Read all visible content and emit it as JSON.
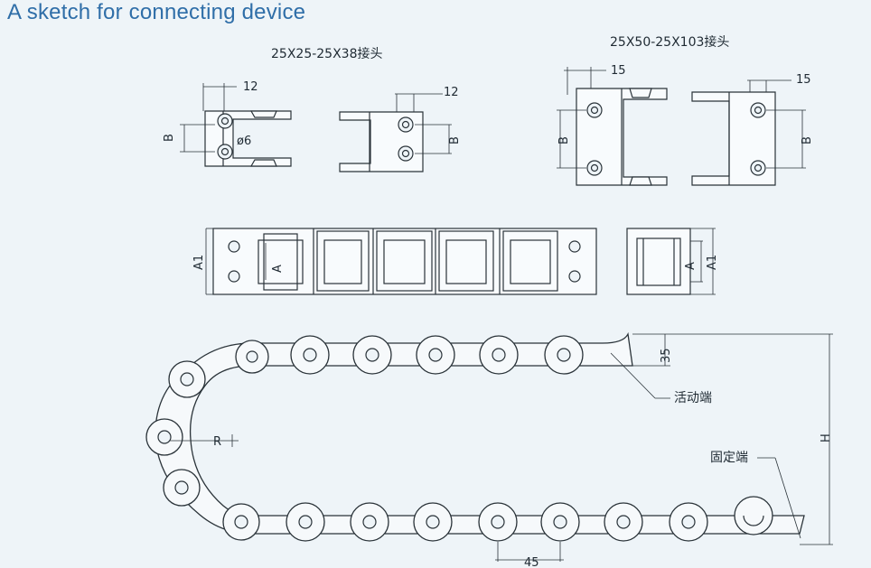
{
  "title": "A sketch for connecting device",
  "headings": {
    "left_connector": "25X25-25X38接头",
    "right_connector": "25X50-25X103接头"
  },
  "dimensions": {
    "d12_a": "12",
    "d12_b": "12",
    "d6": "ø6",
    "b1": "B",
    "b2": "B",
    "d15_a": "15",
    "d15_b": "15",
    "b3": "B",
    "b4": "B",
    "a1_left": "A1",
    "a_left": "A",
    "a_right": "A",
    "a1_right": "A1",
    "d35": "35",
    "h": "H",
    "r": "R",
    "pitch": "45"
  },
  "notes": {
    "moving_end": "活动端",
    "fixed_end": "固定端"
  },
  "colors": {
    "title": "#2f6ea8",
    "line": "#2a3339",
    "background": "#eef4f8"
  }
}
